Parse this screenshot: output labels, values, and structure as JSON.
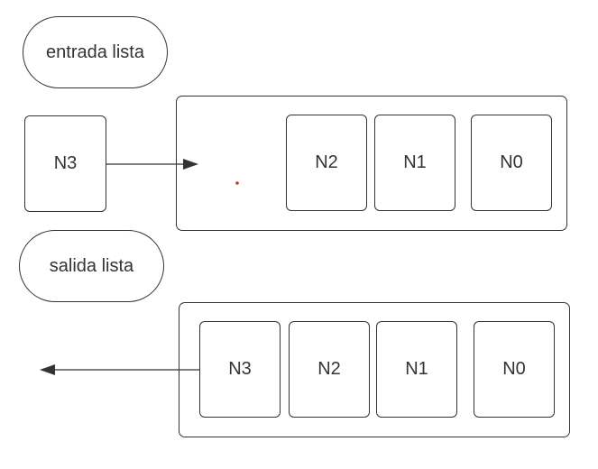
{
  "diagram": {
    "input_label": "entrada lista",
    "output_label": "salida lista",
    "incoming_node": "N3",
    "input_queue": [
      "N2",
      "N1",
      "N0"
    ],
    "output_queue": [
      "N3",
      "N2",
      "N1",
      "N0"
    ]
  }
}
